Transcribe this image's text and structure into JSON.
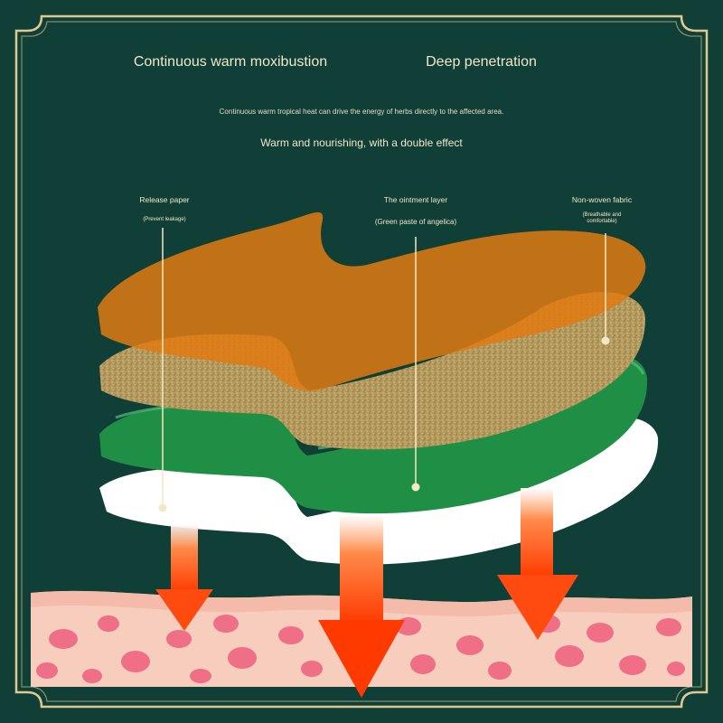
{
  "header": {
    "left_title": "Continuous warm moxibustion",
    "right_title": "Deep penetration",
    "subtitle": "Continuous warm tropical heat can drive the energy of herbs directly to the affected area.",
    "tagline": "Warm and nourishing, with a double effect"
  },
  "layers": [
    {
      "name": "Release paper",
      "note": "(Prevent leakage)"
    },
    {
      "name": "The ointment layer",
      "note": "(Green paste of angelica)"
    },
    {
      "name": "Non-woven fabric",
      "note": "(Breathable and comfortable)"
    }
  ],
  "colors": {
    "background": "#0f3f36",
    "frame": "#e0c98e",
    "text": "#f3e6c8",
    "orange_layer": "#e07a12",
    "fabric_layer": "#b59a5e",
    "green_layer": "#1f8f45",
    "white_layer": "#ffffff",
    "arrow": "#ff4a10",
    "skin": "#f7cdbd",
    "cells": "#ef6f86"
  }
}
